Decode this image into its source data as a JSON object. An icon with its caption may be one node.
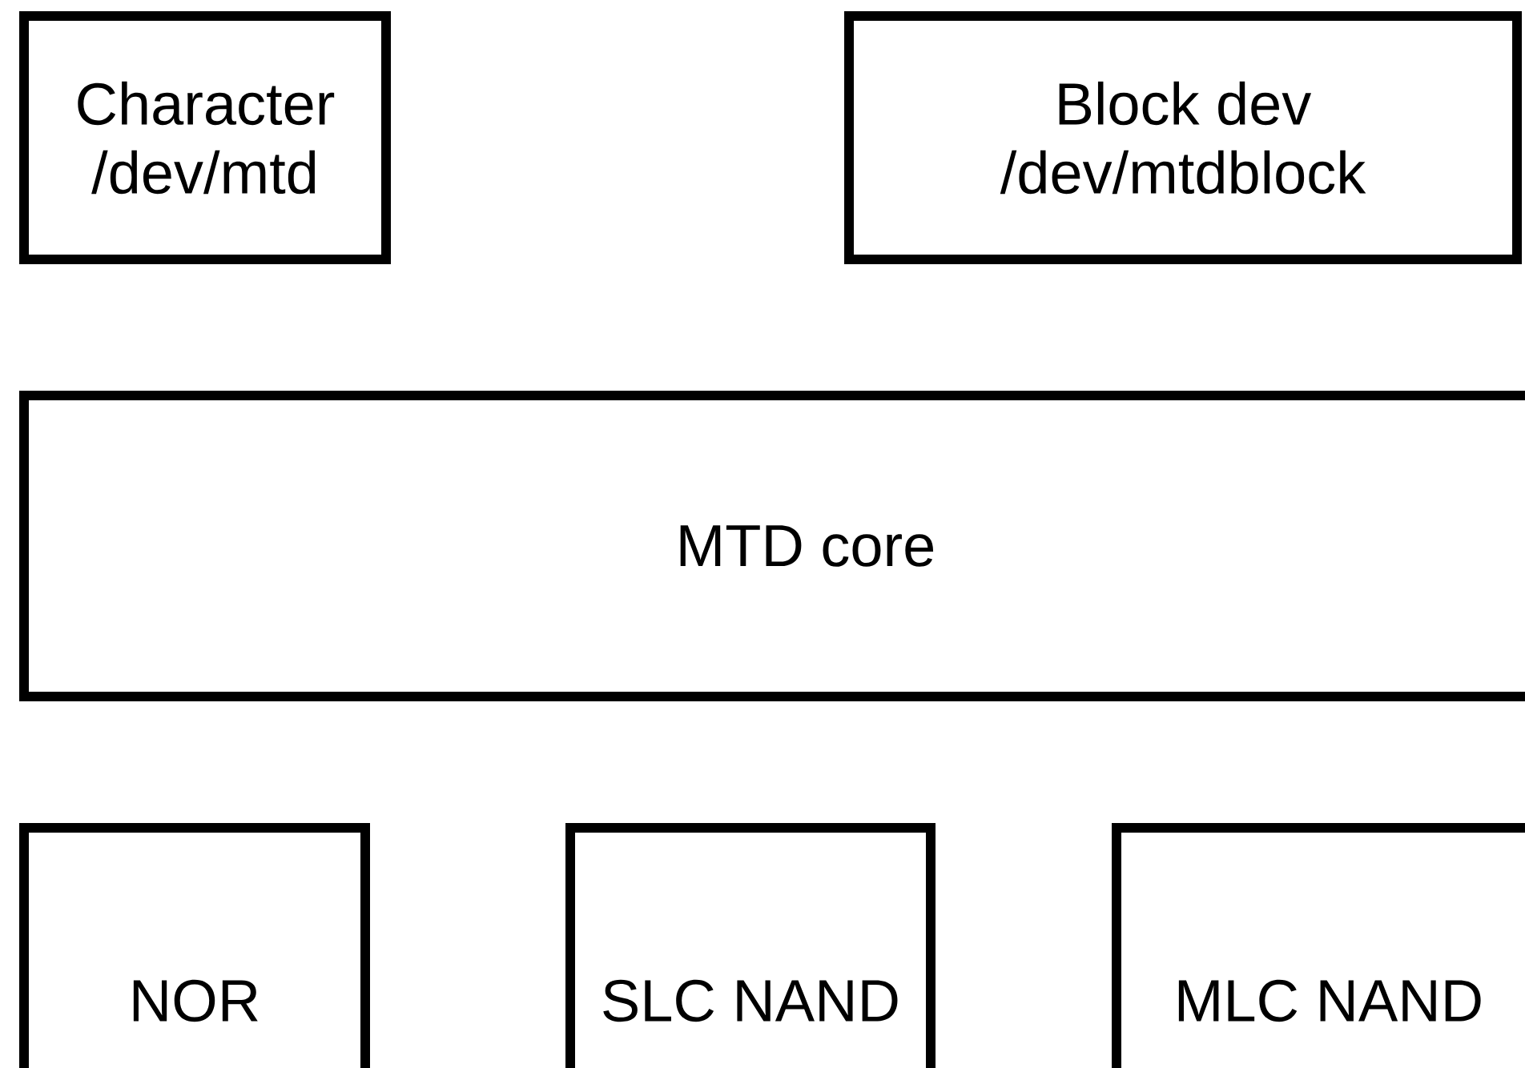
{
  "diagram": {
    "nodes": [
      {
        "text": [
          "Character /dev/mtd"
        ]
      },
      {
        "text": [
          "Block dev /dev/mtdblock"
        ]
      },
      {
        "text": [
          "MTD core"
        ]
      },
      {
        "text": [
          "NOR"
        ]
      },
      {
        "text": [
          "SLC NAND"
        ]
      },
      {
        "text": [
          "MLC NAND"
        ]
      }
    ]
  }
}
